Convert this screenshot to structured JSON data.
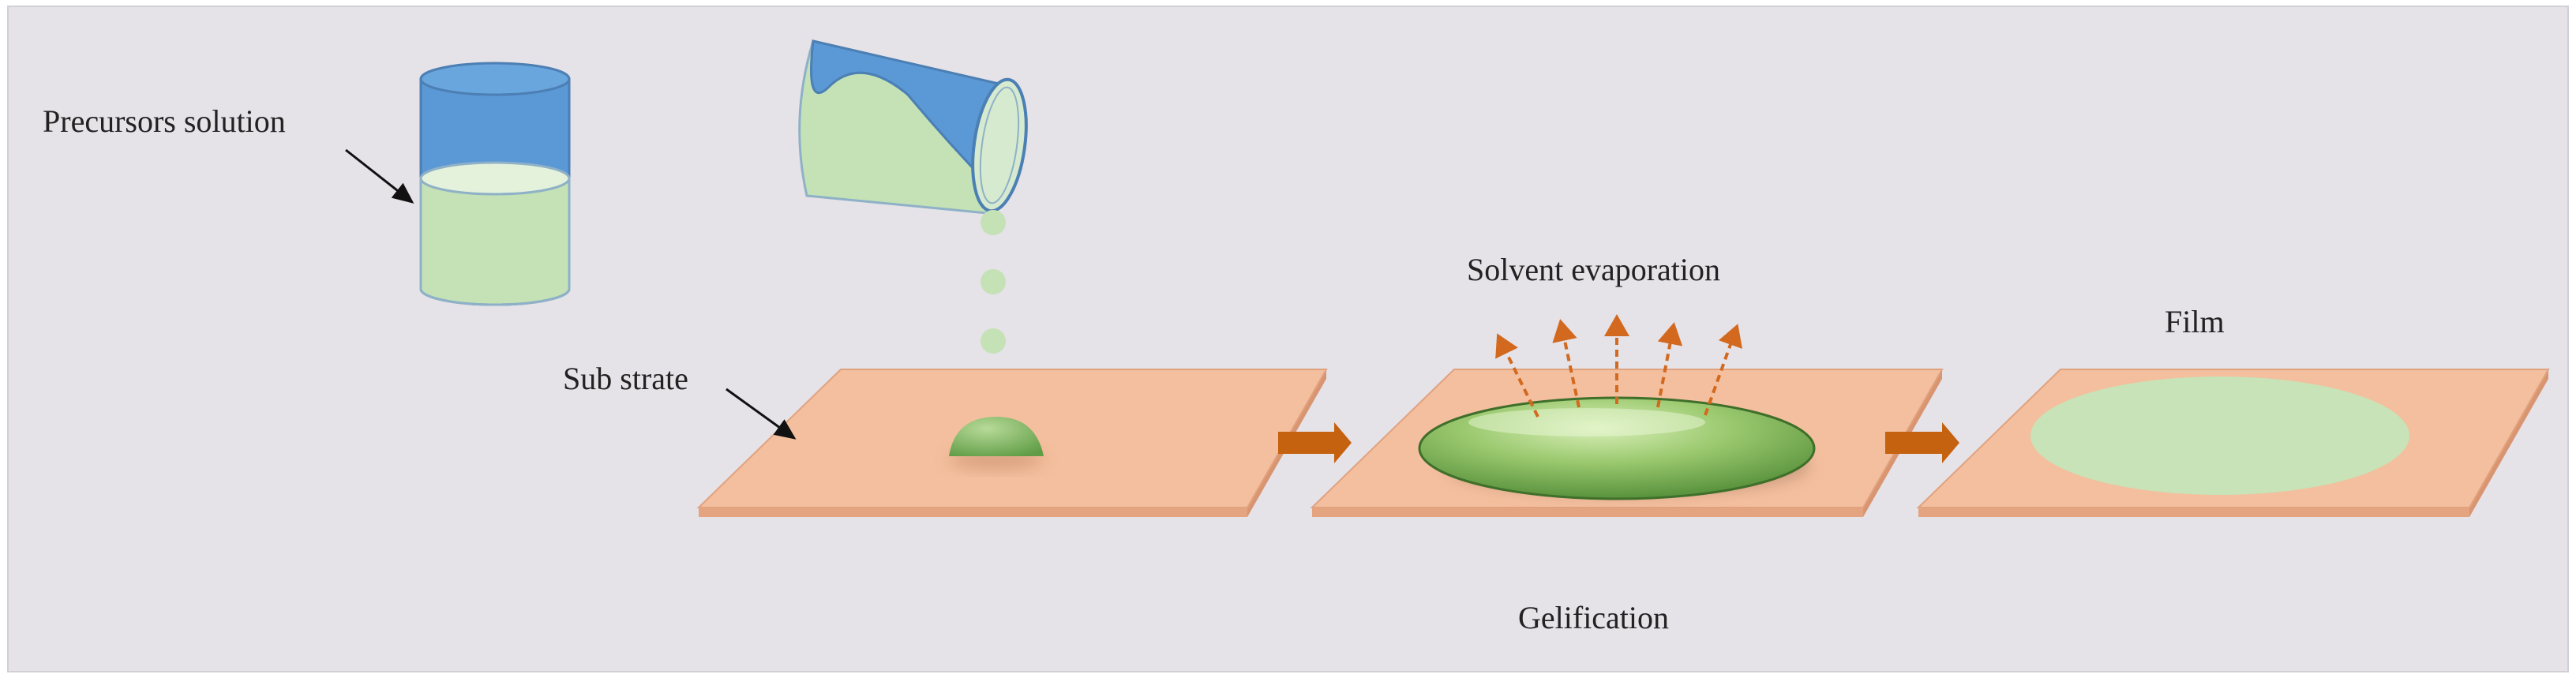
{
  "labels": {
    "precursors": "Precursors solution",
    "substrate": "Sub strate",
    "solvent_evaporation": "Solvent evaporation",
    "film": "Film",
    "gelification": "Gelification"
  },
  "colors": {
    "background": "#e5e2e8",
    "substrate_top": "#f4bf9e",
    "substrate_edge": "#e4a47f",
    "solution_green": "#c4e2b6",
    "container_blue": "#5a99d6",
    "drop_green": "#7fb867",
    "arrow": "#c4620f",
    "evaporation_arrow": "#d2691e",
    "film_green": "#c7e3b7"
  }
}
